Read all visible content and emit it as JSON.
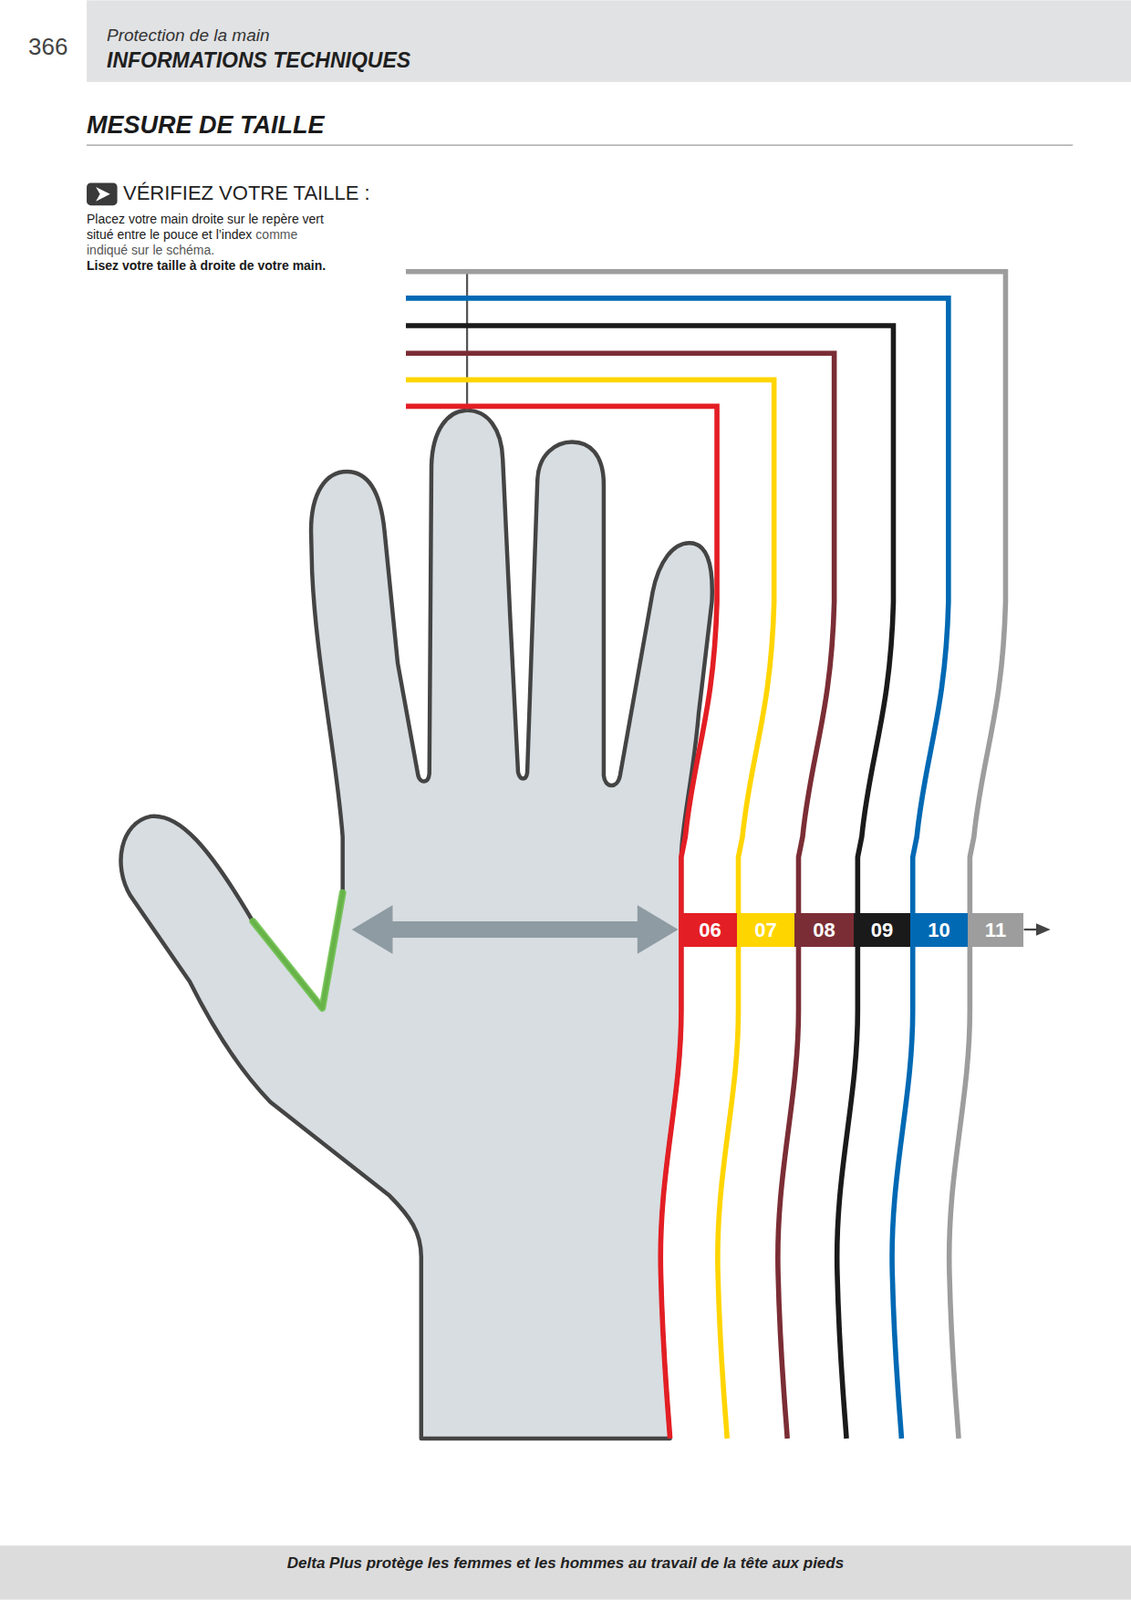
{
  "diagram": {
    "title": "MESURE DE TAILLE",
    "nodes": [
      {
        "text": [
          "06"
        ]
      },
      {
        "text": [
          "07"
        ]
      },
      {
        "text": [
          "08"
        ]
      },
      {
        "text": [
          "09"
        ]
      },
      {
        "text": [
          "10"
        ]
      },
      {
        "text": [
          "11"
        ]
      }
    ],
    "labels": [
      "366",
      "Protection de la main",
      "INFORMATIONS TECHNIQUES",
      "VÉRIFIEZ VOTRE TAILLE :",
      "Placez votre main droite sur le repère vert situé entre le pouce et l’index",
      "comme indiqué sur le schéma.",
      "Lisez votre taille à droite de votre main.",
      "Delta Plus protège les femmes et les hommes au travail de la tête aux pieds"
    ]
  }
}
